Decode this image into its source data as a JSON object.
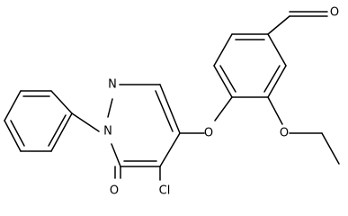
{
  "structure": {
    "colors": {
      "line": "#000000",
      "background": "#ffffff"
    },
    "atom_labels": {
      "aldehyde_oxygen": "O",
      "ring_nitrogen_upper": "N",
      "ring_nitrogen_lower": "N",
      "ether_oxygen": "O",
      "ethoxy_oxygen": "O",
      "carbonyl_oxygen": "O",
      "chlorine": "Cl"
    }
  }
}
